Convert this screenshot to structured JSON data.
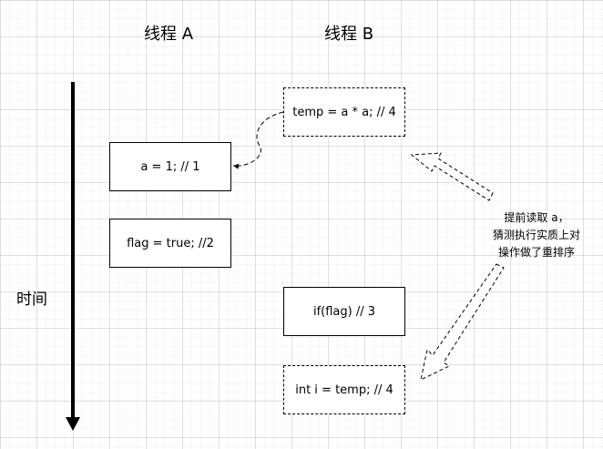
{
  "headers": {
    "thread_a": "线程 A",
    "thread_b": "线程 B"
  },
  "time_label": "时间",
  "thread_a_steps": [
    {
      "code": "a = 1; // 1"
    },
    {
      "code": "flag = true; //2"
    }
  ],
  "thread_b_steps": [
    {
      "code": "temp = a * a; // 4"
    },
    {
      "code": "if(flag) // 3"
    },
    {
      "code": "int i = temp; // 4"
    }
  ],
  "note_lines": [
    "提前读取 a，",
    "猜测执行实质上对",
    "操作做了重排序"
  ]
}
